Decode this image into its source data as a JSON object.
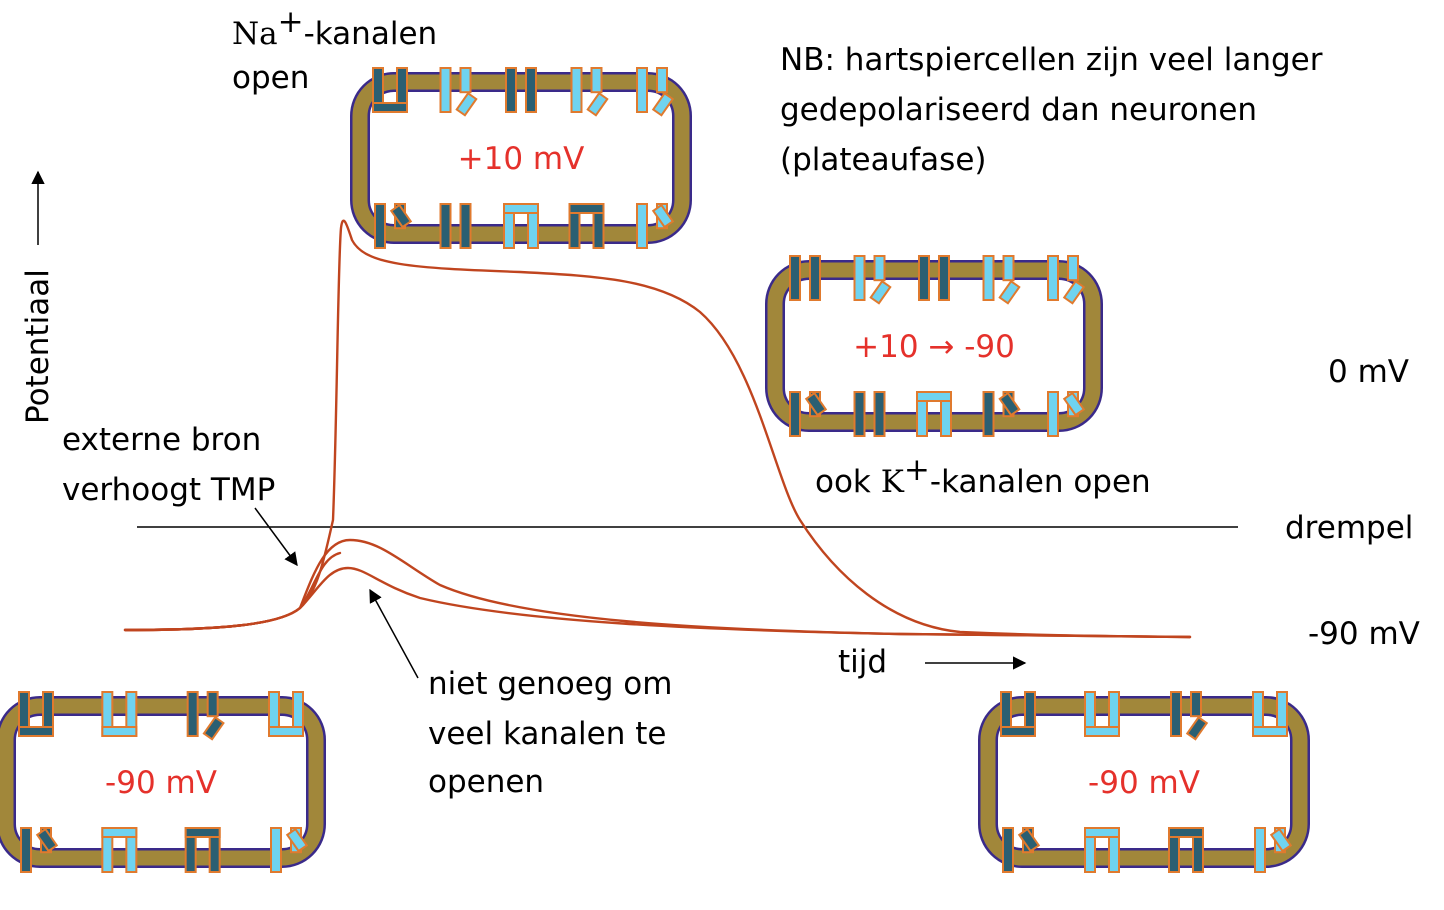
{
  "texts": {
    "na_channels": "-kanalen",
    "na_symbol": "Na",
    "plus": "+",
    "na_open": "open",
    "nb_line1": "NB: hartspiercellen zijn veel langer",
    "nb_line2": "gedepolariseerd dan neuronen",
    "nb_line3": "(plateaufase)",
    "y_axis": "Potentiaal",
    "zero_mv": "0 mV",
    "threshold": "drempel",
    "minus90_mv": "-90 mV",
    "ext_line1": "externe bron",
    "ext_line2": "verhoogt TMP",
    "k_prefix": "ook ",
    "k_symbol": "K",
    "k_suffix": "-kanalen open",
    "not_enough_1": "niet genoeg om",
    "not_enough_2": "veel kanalen te",
    "not_enough_3": "openen",
    "time": "tijd"
  },
  "cells": {
    "top": "+10 mV",
    "right": "+10 → -90",
    "bottom_left": "-90 mV",
    "bottom_right": "-90 mV"
  },
  "colors": {
    "curve": "#c0451f",
    "membrane": "#a1873a",
    "membrane_outline": "#3a2a8a",
    "channel_dark": "#2b5f72",
    "channel_light": "#6fd3f0",
    "channel_outline": "#e07a2e",
    "voltage_text": "#e5312b"
  },
  "icons": [
    "cell-membrane-icon",
    "ion-channel-icon",
    "arrow-icon"
  ]
}
